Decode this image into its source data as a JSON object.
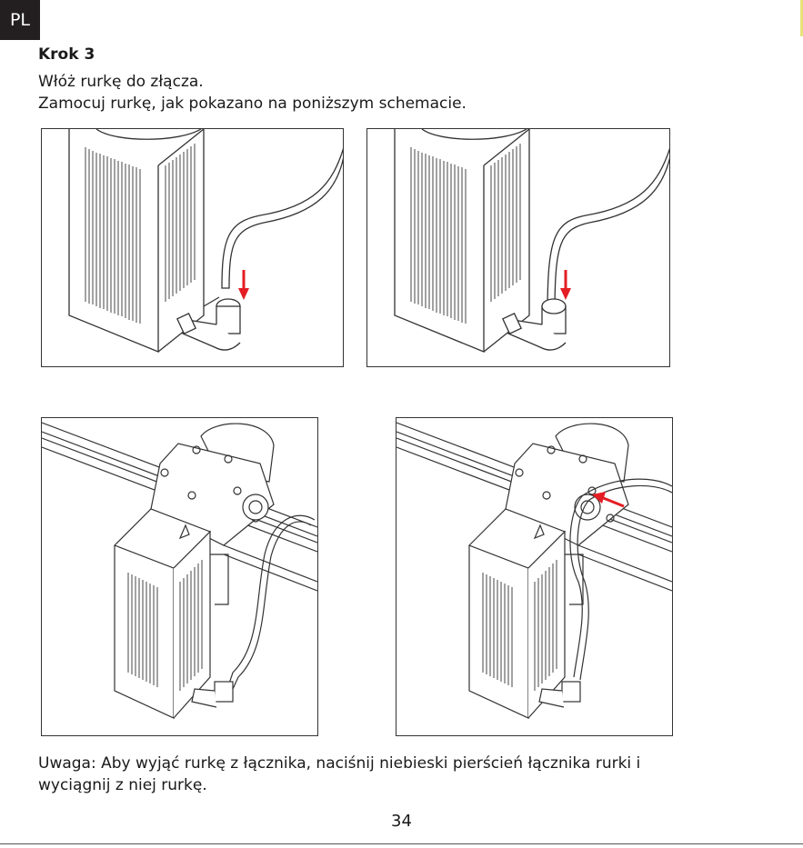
{
  "header": {
    "language_tab": "PL"
  },
  "step": {
    "title": "Krok 3",
    "instructions": [
      "Włóż rurkę do złącza.",
      "Zamocuj rurkę, jak pokazano na poniższym schemacie."
    ]
  },
  "figures": [
    {
      "name": "figure-insert-tube-before"
    },
    {
      "name": "figure-insert-tube-after"
    },
    {
      "name": "figure-tube-routing-assembled"
    },
    {
      "name": "figure-tube-release"
    }
  ],
  "note": "Uwaga: Aby wyjąć rurkę z łącznika, naciśnij niebieski pierścień łącznika rurki i wyciągnij z niej rurkę.",
  "footer": {
    "page_number": "34"
  },
  "colors": {
    "arrow": "#e31e24",
    "tab": "#231f20",
    "line": "#333333"
  }
}
